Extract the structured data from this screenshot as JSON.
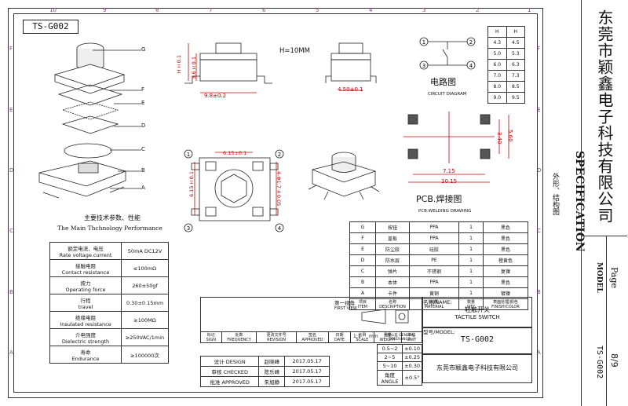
{
  "drawing_number": "TS-G002",
  "height_note": "H=10MM",
  "height_table": {
    "header": "H",
    "rows": [
      [
        "4.3",
        "4.5"
      ],
      [
        "5.0",
        "5.3"
      ],
      [
        "6.0",
        "6.3"
      ],
      [
        "7.0",
        "7.3"
      ],
      [
        "8.0",
        "8.5"
      ],
      [
        "9.0",
        "9.5"
      ]
    ]
  },
  "circuit": {
    "title_cn": "电路图",
    "title_en": "CIRCUIT DIAGRAM",
    "pins": [
      "1",
      "2",
      "3",
      "4"
    ]
  },
  "pcb": {
    "title_cn": "PCB.焊接图",
    "title_en": "PCB.WELDING DRAWING",
    "dims": [
      "7.15",
      "10.15",
      "3.40",
      "5.60"
    ]
  },
  "views": {
    "front_dims": [
      "H±0.1",
      "3.6±0.1",
      "9.8±0.2"
    ],
    "side_dim": "4.50±0.1",
    "top_dims": [
      "6.15±0.1",
      "6.15±0.1",
      "4-Φ1.7±0.05"
    ],
    "top_pins": [
      "1",
      "2",
      "3",
      "4"
    ]
  },
  "exploded_labels": [
    "G",
    "F",
    "E",
    "D",
    "C",
    "B",
    "A"
  ],
  "caption_view": "外形、结构图",
  "perf_title_cn": "主要技术参数、性能",
  "perf_title_en": "The Main Thchnology Performance",
  "performance": [
    {
      "cn": "额定电流、电压",
      "en": "Rate voltage.current",
      "value": "50mA DC12V"
    },
    {
      "cn": "接触电阻",
      "en": "Contact resistance",
      "value": "≤100mΩ"
    },
    {
      "cn": "按力",
      "en": "Operating force",
      "value": "260±50gf"
    },
    {
      "cn": "行程",
      "en": "travel",
      "value": "0.30±0.15mm"
    },
    {
      "cn": "绝缘电阻",
      "en": "Insulated resistance",
      "value": "≥100MΩ"
    },
    {
      "cn": "介电强度",
      "en": "Dielectric strength",
      "value": "≥250VAC/1min"
    },
    {
      "cn": "寿命",
      "en": "Endurance",
      "value": "≥100000次"
    }
  ],
  "bom": {
    "rows": [
      [
        "G",
        "按钮",
        "PPA",
        "1",
        "黑色"
      ],
      [
        "F",
        "盖板",
        "PPA",
        "1",
        "黑色"
      ],
      [
        "E",
        "防尘胶",
        "硅胶",
        "1",
        "黑色"
      ],
      [
        "D",
        "防水层",
        "PE",
        "1",
        "橙黄色"
      ],
      [
        "C",
        "弹片",
        "不锈钢",
        "1",
        "复镍"
      ],
      [
        "B",
        "本体",
        "PPA",
        "1",
        "黑色"
      ],
      [
        "A",
        "卡件",
        "黄铜",
        "1",
        "镀镍"
      ]
    ],
    "header": [
      "项目",
      "名称",
      "材质",
      "数量",
      "表面处理/颜色"
    ],
    "header_en": [
      "ITEM",
      "DESCRIPTION",
      "MATERIAL",
      "QTY",
      "FINISH/COLOR"
    ]
  },
  "title_block": {
    "revision_headers": [
      "标记 SIGN",
      "处数 FREQUENCY",
      "更改文件号 REVISION",
      "签名 APPROVED",
      "日期 DATE",
      "比例 SCALE",
      "重量 WEIGHT",
      "单位 UNIT"
    ],
    "first_view_cn": "第一视角",
    "first_view_en": "FIRST VIEW",
    "scale": "1:1",
    "unit": "mm",
    "name_label": "名称/NAME:",
    "name_cn": "轻触开关",
    "name_en": "TACTILE SWITCH",
    "model_label": "型号/MODEL:",
    "model": "TS-G002",
    "tolerance_header": "一般公差 GENERAL TOLERANCE",
    "tolerances": [
      [
        "0.5~2",
        "±0.10"
      ],
      [
        "2~5",
        "±0.25"
      ],
      [
        "5~10",
        "±0.30"
      ],
      [
        "角度 ANGLE",
        "±0.5°"
      ]
    ],
    "company": "东莞市颖鑫电子科技有限公司",
    "signatures": [
      {
        "role": "设计 DESIGN",
        "name": "赵晓峰",
        "date": "2017.05.17"
      },
      {
        "role": "审核 CHECKED",
        "name": "陈乐峰",
        "date": "2017.05.17"
      },
      {
        "role": "批准 APPROVED",
        "name": "朱旭静",
        "date": "2017.05.17"
      }
    ]
  },
  "sidebar": {
    "company": "东莞市颖鑫电子科技有限公司",
    "spec": "SPECIFICATION",
    "page_label": "Page",
    "page": "8/9",
    "model_label": "MODEL",
    "model": "TS-G002"
  },
  "grid_numbers": [
    "1",
    "2",
    "3",
    "4",
    "5",
    "6",
    "7",
    "8",
    "9",
    "10"
  ],
  "grid_letters": [
    "A",
    "B",
    "C",
    "D",
    "E",
    "F"
  ]
}
